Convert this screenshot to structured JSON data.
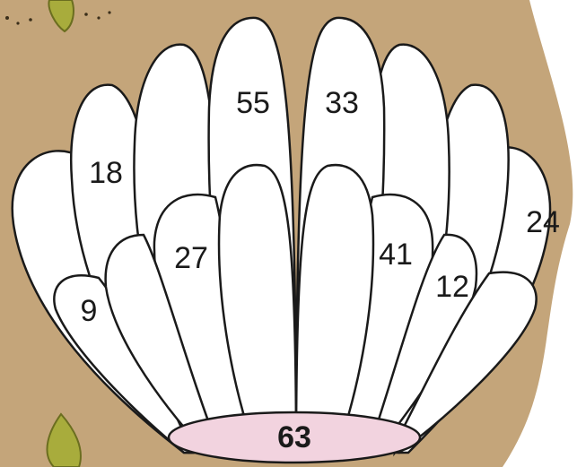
{
  "puzzle": {
    "petal_numbers": {
      "back_left_inner": "55",
      "back_right_inner": "33",
      "left_outer": "18",
      "right_outer": "24",
      "middle_left": "27",
      "middle_right": "41",
      "front_left": "9",
      "front_right": "12"
    },
    "base_number": "63"
  },
  "colors": {
    "background": "#c4a57a",
    "petal_fill": "#ffffff",
    "outline": "#1a1a1a",
    "base_fill": "#f2d3df",
    "leaf_fill": "#a8ac3c"
  },
  "icons": [
    "leaf-icon",
    "seed-dots-icon"
  ]
}
